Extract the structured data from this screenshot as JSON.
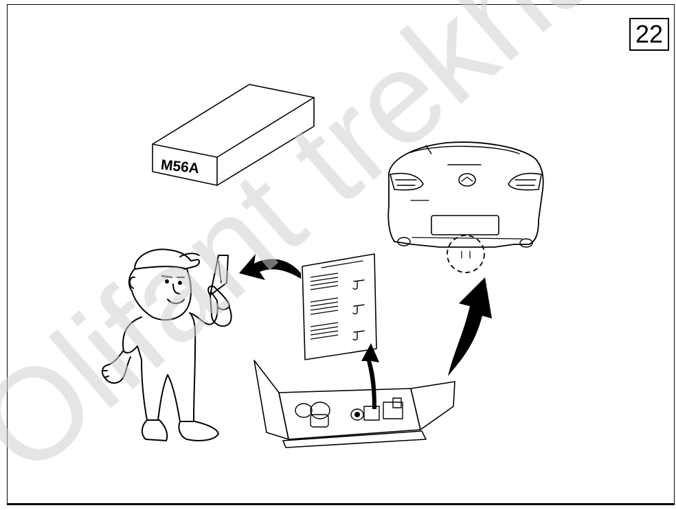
{
  "page": {
    "step_number": "22"
  },
  "package": {
    "label": "M56A"
  },
  "watermark": {
    "text": "Olifant trekhaken",
    "color": "#c8c8c8"
  },
  "icons": {
    "mechanic": "mechanic-figure-icon",
    "knife": "utility-knife-icon",
    "instructions": "instruction-sheet-icon",
    "box": "open-parts-box-icon",
    "car": "car-rear-icon",
    "arrow": "curved-arrow-icon"
  }
}
